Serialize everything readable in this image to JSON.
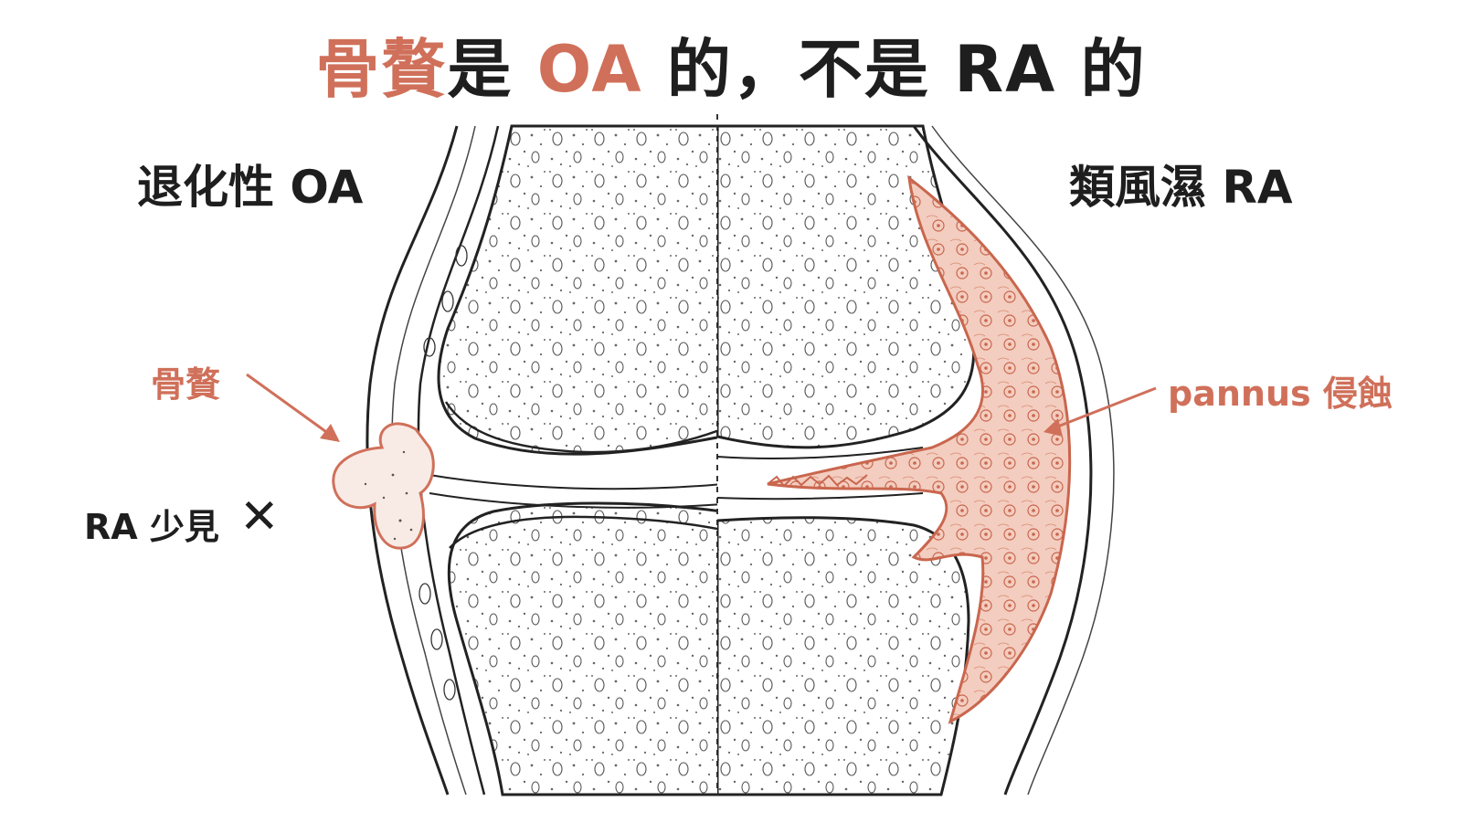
{
  "title": {
    "part1": "骨贅",
    "part2": "是 ",
    "part3": "OA",
    "part4": " 的，不是 RA 的"
  },
  "left_panel": {
    "heading": "退化性 OA",
    "callout": "骨贅",
    "note": "RA 少見",
    "note_symbol": "✕"
  },
  "right_panel": {
    "heading": "類風濕 RA",
    "callout": "pannus 侵蝕"
  },
  "colors": {
    "accent": "#d0705a",
    "ink": "#1e1e1e",
    "pannus_fill": "#f3cdbf"
  }
}
